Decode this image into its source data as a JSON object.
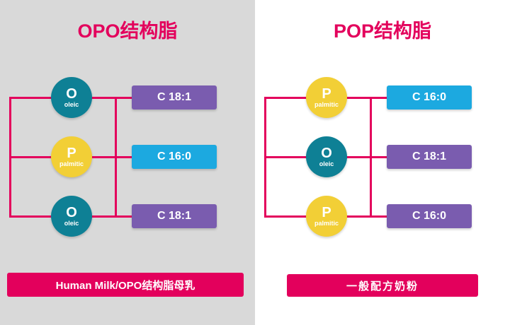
{
  "panels": [
    {
      "title": "OPO结构脂",
      "nodes": [
        {
          "letter": "O",
          "label": "oleic",
          "color": "#0e8095"
        },
        {
          "letter": "P",
          "label": "palmitic",
          "color": "#f2cf36"
        },
        {
          "letter": "O",
          "label": "oleic",
          "color": "#0e8095"
        }
      ],
      "chains": [
        {
          "label": "C 18:1",
          "color": "#7a5caf"
        },
        {
          "label": "C 16:0",
          "color": "#1ca9e0"
        },
        {
          "label": "C 18:1",
          "color": "#7a5caf"
        }
      ],
      "footer": "Human Milk/OPO结构脂母乳"
    },
    {
      "title": "POP结构脂",
      "nodes": [
        {
          "letter": "P",
          "label": "palmitic",
          "color": "#f2cf36"
        },
        {
          "letter": "O",
          "label": "oleic",
          "color": "#0e8095"
        },
        {
          "letter": "P",
          "label": "palmitic",
          "color": "#f2cf36"
        }
      ],
      "chains": [
        {
          "label": "C 16:0",
          "color": "#1ca9e0"
        },
        {
          "label": "C 18:1",
          "color": "#7a5caf"
        },
        {
          "label": "C 16:0",
          "color": "#7a5caf"
        }
      ],
      "footer": "一般配方奶粉"
    }
  ],
  "colors": {
    "title": "#e3005c",
    "line": "#e3005c",
    "banner": "#e3005c",
    "panel_left_bg": "#d9d9d9",
    "panel_right_bg": "#ffffff",
    "teal": "#0e8095",
    "yellow": "#f2cf36",
    "purple": "#7a5caf",
    "cyan": "#1ca9e0"
  }
}
